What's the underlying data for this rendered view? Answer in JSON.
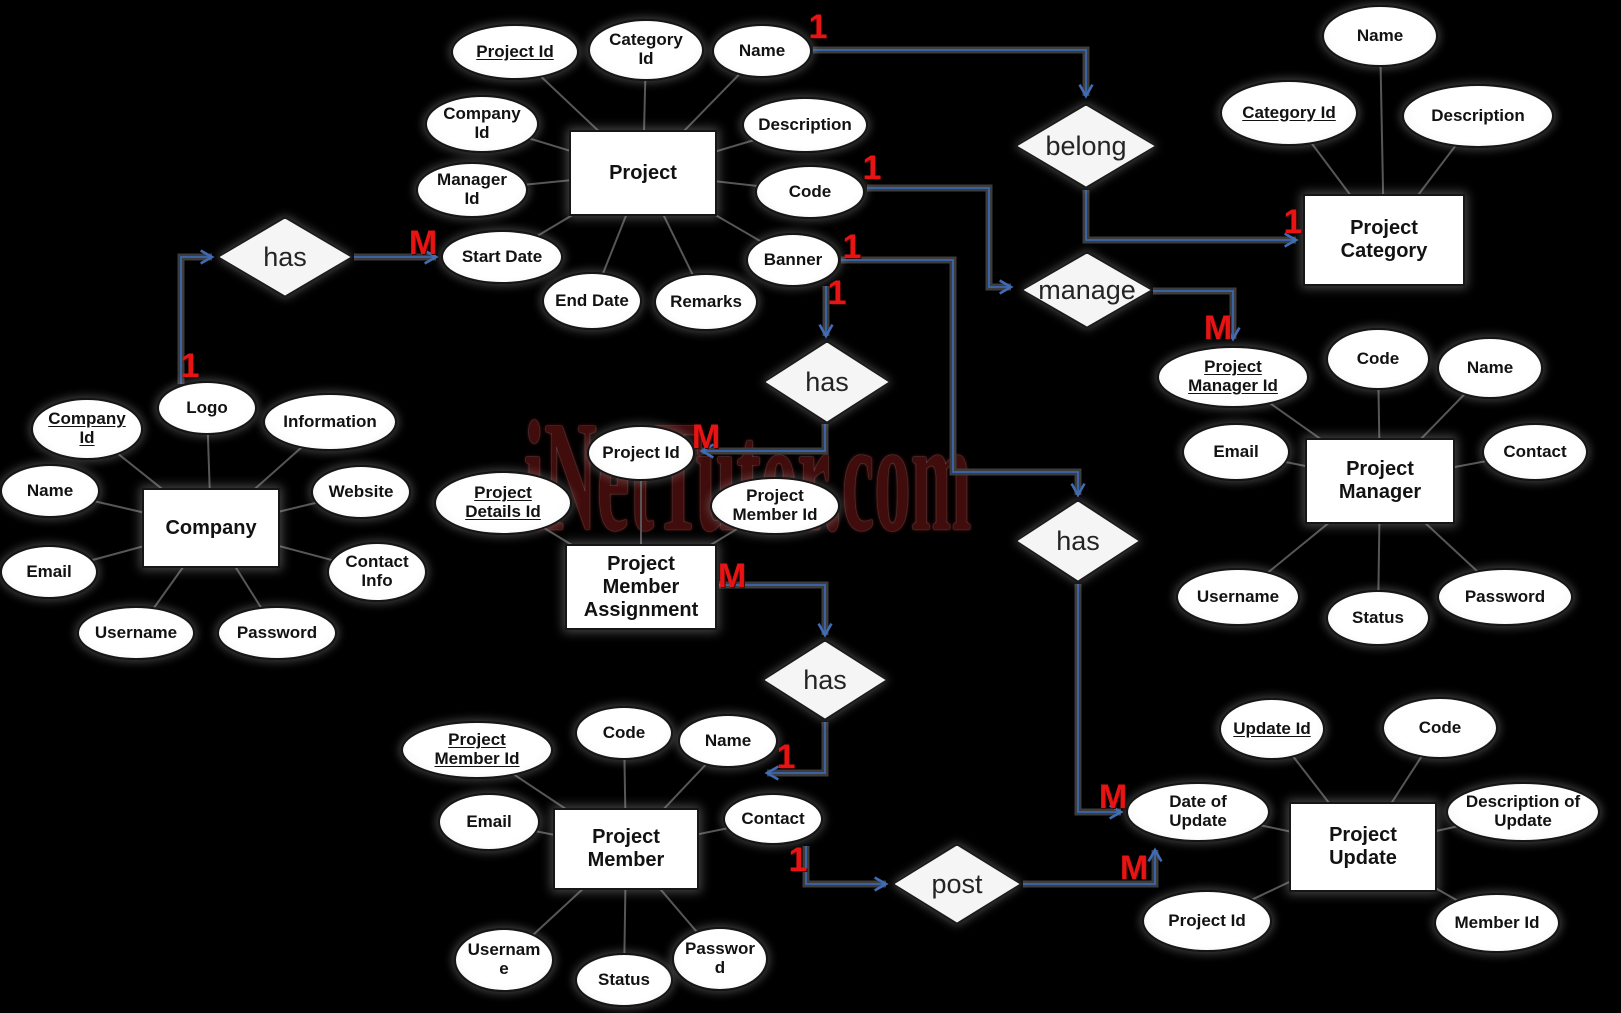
{
  "watermark": "iNetTutor.com",
  "colors": {
    "background": "#000000",
    "shape_fill": "#ffffff",
    "diamond_fill": "#f5f5f5",
    "shape_border": "#161616",
    "connector_blue": "#3b67ae",
    "connector_halo": "#3d3d3d",
    "attribute_line": "#565656",
    "cardinality_red": "#e81414",
    "watermark_color": "#400c0c"
  },
  "entities": [
    {
      "name": "Project",
      "primary_key": "Project Id",
      "attributes": [
        "Project Id",
        "Category Id",
        "Name",
        "Company Id",
        "Description",
        "Manager Id",
        "Code",
        "Start Date",
        "End Date",
        "Remarks",
        "Banner"
      ]
    },
    {
      "name": "Project Category",
      "primary_key": "Category Id",
      "attributes": [
        "Name",
        "Category Id",
        "Description"
      ]
    },
    {
      "name": "Company",
      "primary_key": "Company Id",
      "attributes": [
        "Company Id",
        "Logo",
        "Information",
        "Name",
        "Website",
        "Email",
        "Contact Info",
        "Username",
        "Password"
      ]
    },
    {
      "name": "Project Manager",
      "primary_key": "Project Manager Id",
      "attributes": [
        "Project Manager Id",
        "Code",
        "Name",
        "Email",
        "Contact",
        "Username",
        "Status",
        "Password"
      ]
    },
    {
      "name": "Project Member Assignment",
      "primary_key": "Project Details Id",
      "attributes": [
        "Project Details Id",
        "Project Id",
        "Project Member Id"
      ]
    },
    {
      "name": "Project Member",
      "primary_key": "Project Member Id",
      "attributes": [
        "Project Member Id",
        "Code",
        "Name",
        "Email",
        "Contact",
        "Username",
        "Status",
        "Password"
      ]
    },
    {
      "name": "Project Update",
      "primary_key": "Update Id",
      "attributes": [
        "Update Id",
        "Code",
        "Date of Update",
        "Description of Update",
        "Project Id",
        "Member Id"
      ]
    }
  ],
  "relationships": [
    {
      "label": "has",
      "between": [
        "Company",
        "Project"
      ]
    },
    {
      "label": "belong",
      "between": [
        "Project",
        "Project Category"
      ]
    },
    {
      "label": "manage",
      "between": [
        "Project",
        "Project Manager"
      ]
    },
    {
      "label": "has",
      "between": [
        "Project",
        "Project Member Assignment"
      ]
    },
    {
      "label": "has",
      "between": [
        "Project",
        "Project Update"
      ]
    },
    {
      "label": "has",
      "between": [
        "Project Member Assignment",
        "Project Member"
      ]
    },
    {
      "label": "post",
      "between": [
        "Project Member",
        "Project Update"
      ]
    }
  ],
  "cardinalities": [
    {
      "text": "1",
      "at": "Project side of belong"
    },
    {
      "text": "1",
      "at": "Project Category side of belong"
    },
    {
      "text": "1",
      "at": "Project side of manage"
    },
    {
      "text": "M",
      "at": "Project Manager side of manage"
    },
    {
      "text": "M",
      "at": "Project side of has (Company)"
    },
    {
      "text": "1",
      "at": "Company side of has"
    },
    {
      "text": "1",
      "at": "Project side of has (Project Update)"
    },
    {
      "text": "1",
      "at": "Project side of has (Assignment)"
    },
    {
      "text": "M",
      "at": "Assignment side of has (Project)"
    },
    {
      "text": "M",
      "at": "Assignment side of has (Member)"
    },
    {
      "text": "1",
      "at": "Project Member side of has"
    },
    {
      "text": "1",
      "at": "Project Member side of post"
    },
    {
      "text": "M",
      "at": "Project Update side of has"
    },
    {
      "text": "M",
      "at": "Project Update side of post"
    }
  ]
}
